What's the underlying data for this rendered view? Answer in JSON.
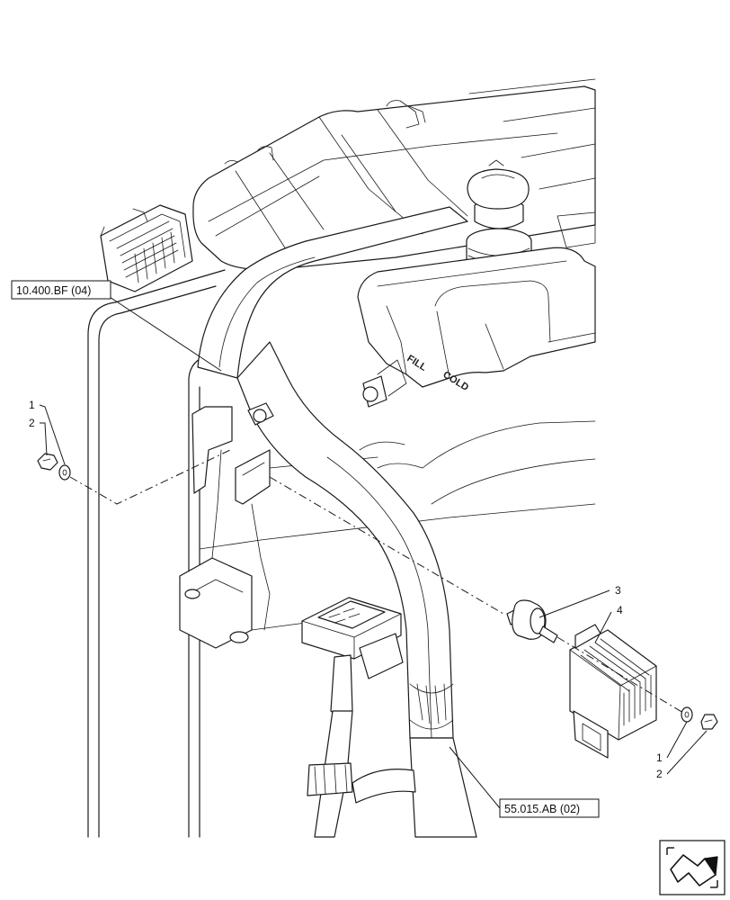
{
  "references": {
    "ref_top": "10.400.BF (04)",
    "ref_bottom": "55.015.AB (02)"
  },
  "callouts": {
    "c1_left": "1",
    "c2_left": "2",
    "c3": "3",
    "c4": "4",
    "c1_right": "1",
    "c2_right": "2"
  },
  "tank_marking": {
    "fill": "FILL",
    "cold": "COLD"
  },
  "icons": {
    "nav": "next-page-arrow-icon"
  }
}
